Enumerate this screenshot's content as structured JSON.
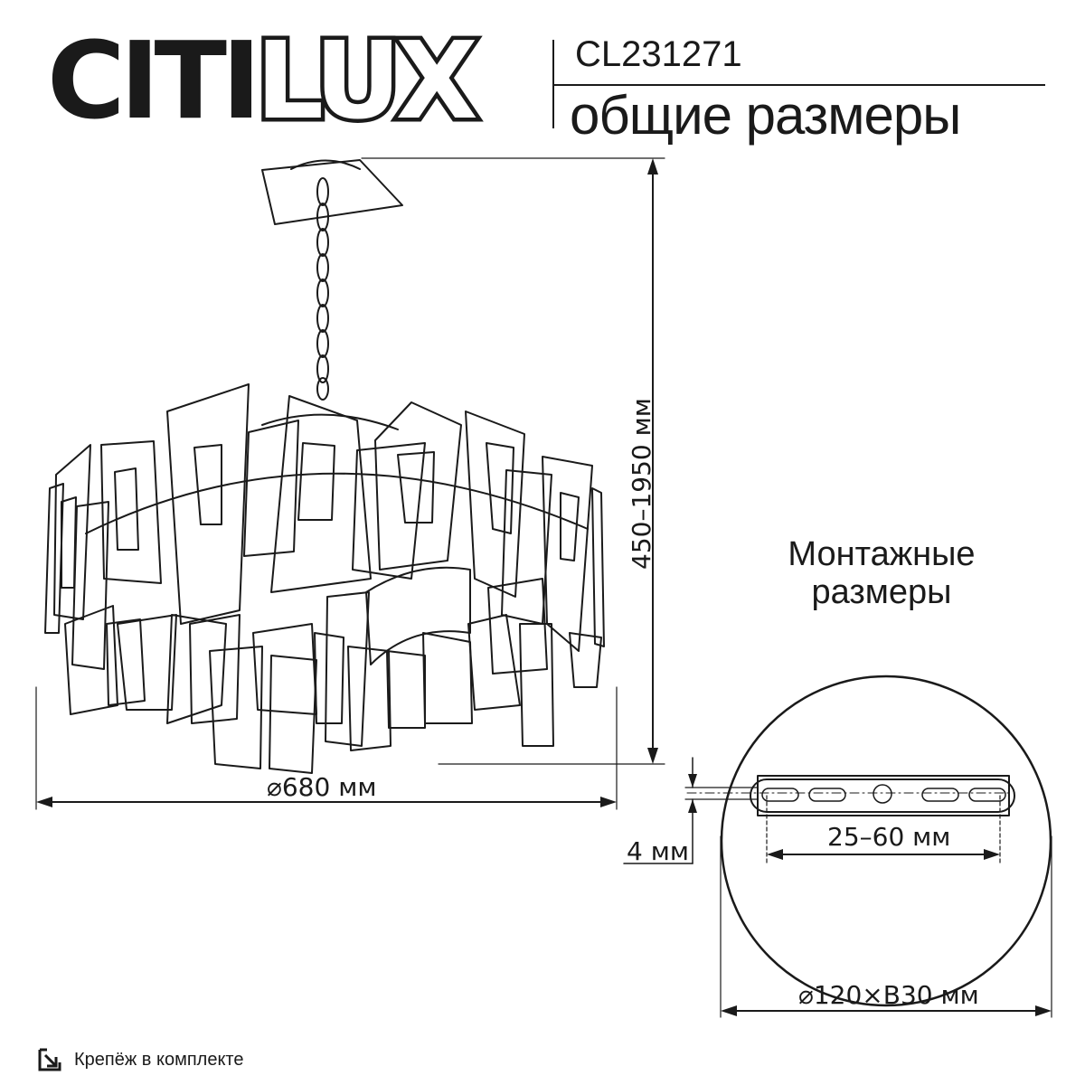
{
  "header": {
    "brand_prefix": "CITI",
    "brand_suffix": "LUX",
    "model": "CL231271",
    "title": "общие размеры"
  },
  "dimensions": {
    "height": "450–1950 мм",
    "diameter": "⌀680 мм",
    "plate_thickness": "4 мм",
    "bar_span": "25–60 мм",
    "base_size": "⌀120×В30 мм"
  },
  "mounting": {
    "title_line1": "Монтажные",
    "title_line2": "размеры"
  },
  "footer": {
    "icon": "download-box-icon",
    "text": "Крепёж в комплекте"
  },
  "colors": {
    "ink": "#1a1a1a",
    "background": "#ffffff"
  }
}
